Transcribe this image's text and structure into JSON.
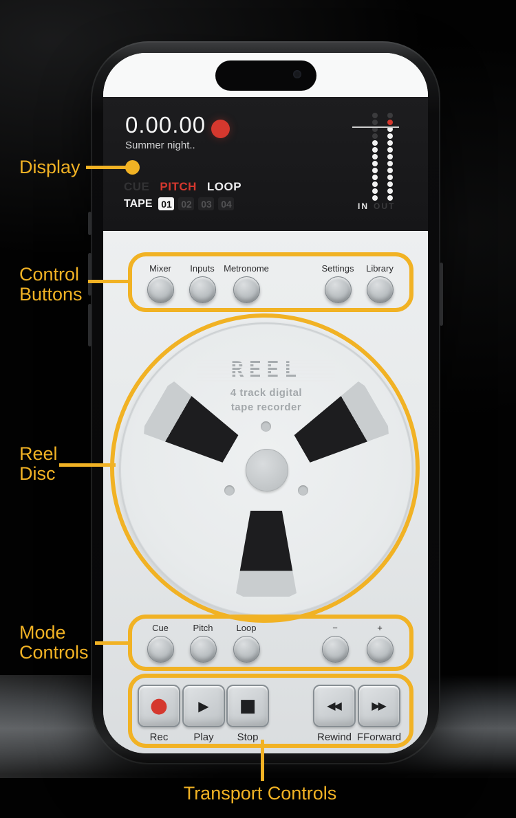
{
  "annotations": {
    "accent_color": "#F1B224",
    "display_label": "Display",
    "control_line1": "Control",
    "control_line2": "Buttons",
    "reel_line1": "Reel",
    "reel_line2": "Disc",
    "mode_line1": "Mode",
    "mode_line2": "Controls",
    "transport_label": "Transport Controls"
  },
  "display": {
    "timer": "0.00.00",
    "track_name": "Summer night..",
    "modes": [
      {
        "label": "CUE",
        "state": "dim"
      },
      {
        "label": "PITCH",
        "state": "red"
      },
      {
        "label": "LOOP",
        "state": "on"
      }
    ],
    "tape_word": "TAPE",
    "tapes": [
      {
        "label": "01",
        "active": true
      },
      {
        "label": "02",
        "active": false
      },
      {
        "label": "03",
        "active": false
      },
      {
        "label": "04",
        "active": false
      }
    ],
    "meter": {
      "in_label": "IN",
      "out_label": "OUT",
      "rows": [
        [
          "dim",
          "dim"
        ],
        [
          "dim",
          "red"
        ],
        [
          "dim",
          "on"
        ],
        [
          "dim",
          "on"
        ],
        [
          "on",
          "on"
        ],
        [
          "on",
          "on"
        ],
        [
          "on",
          "on"
        ],
        [
          "on",
          "on"
        ],
        [
          "on",
          "on"
        ],
        [
          "on",
          "on"
        ],
        [
          "on",
          "on"
        ],
        [
          "on",
          "on"
        ],
        [
          "on",
          "on"
        ]
      ]
    },
    "record_color": "#D5382E"
  },
  "control_buttons": [
    "Mixer",
    "Inputs",
    "Metronome",
    "Settings",
    "Library"
  ],
  "reel": {
    "logo": "REEL",
    "subtitle_line1": "4 track digital",
    "subtitle_line2": "tape recorder"
  },
  "mode_controls": [
    "Cue",
    "Pitch",
    "Loop",
    "−",
    "+"
  ],
  "transport_controls": [
    "Rec",
    "Play",
    "Stop",
    "Rewind",
    "FForward"
  ],
  "icons": {
    "record": "●",
    "play": "▶",
    "stop": "■",
    "rewind": "◀◀",
    "fforward": "▶▶"
  }
}
